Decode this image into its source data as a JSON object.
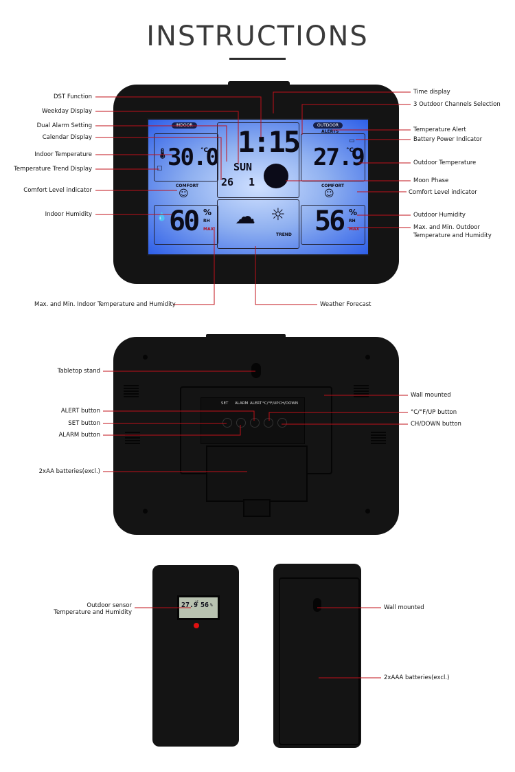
{
  "header": {
    "title": "INSTRUCTIONS"
  },
  "front": {
    "lcd": {
      "indoor_tag": "INDOOR",
      "outdoor_tag": "OUTDOOR",
      "indoor_temp": "30.0",
      "indoor_temp_unit": "°C",
      "indoor_humidity": "60",
      "humidity_unit": "%",
      "rh": "RH",
      "max": "MAX",
      "comfort": "COMFORT",
      "time": "1:15",
      "weekday": "SUN",
      "date": "26",
      "date_month": "1",
      "outdoor_temp": "27.9",
      "outdoor_temp_unit": "°C",
      "outdoor_humidity": "56",
      "alerts": "ALERTS",
      "trend": "TREND"
    },
    "labels_left": [
      "DST Function",
      "Weekday Display",
      "Dual Alarm Setting",
      "Calendar Display",
      "Indoor Temperature",
      "Temperature Trend Display",
      "Comfort Level indicator",
      "Indoor Humidity",
      "Max. and Min. Indoor Temperature and Humidity"
    ],
    "labels_right": [
      "Time display",
      "3 Outdoor Channels Selection",
      "Temperature Alert",
      "Battery Power Indicator",
      "Outdoor Temperature",
      "Moon Phase",
      "Comfort Level indicator",
      "Outdoor Humidity",
      "Max. and Min. Outdoor",
      "Temperature and Humidity",
      "Weather Forecast"
    ]
  },
  "back": {
    "button_labels": [
      "SET",
      "ALARM",
      "ALERT",
      "°C/°F/UP",
      "CH/DOWN"
    ],
    "labels_left": [
      "Tabletop stand",
      "ALERT button",
      "SET button",
      "ALARM button",
      "2xAA batteries(excl.)"
    ],
    "labels_right": [
      "Wall mounted",
      "°C/°F/UP button",
      "CH/DOWN button"
    ]
  },
  "sensor": {
    "labels": [
      "Outdoor sensor",
      "Temperature and Humidity",
      "Wall mounted",
      "2xAAA batteries(excl.)"
    ],
    "lcd_temp": "27.9",
    "lcd_temp_unit": "°C",
    "lcd_hum": "56",
    "lcd_hum_unit": "%"
  },
  "colors": {
    "leader": "#c0101a",
    "lcd_blue": "#2e5fe8",
    "device": "#141414"
  }
}
